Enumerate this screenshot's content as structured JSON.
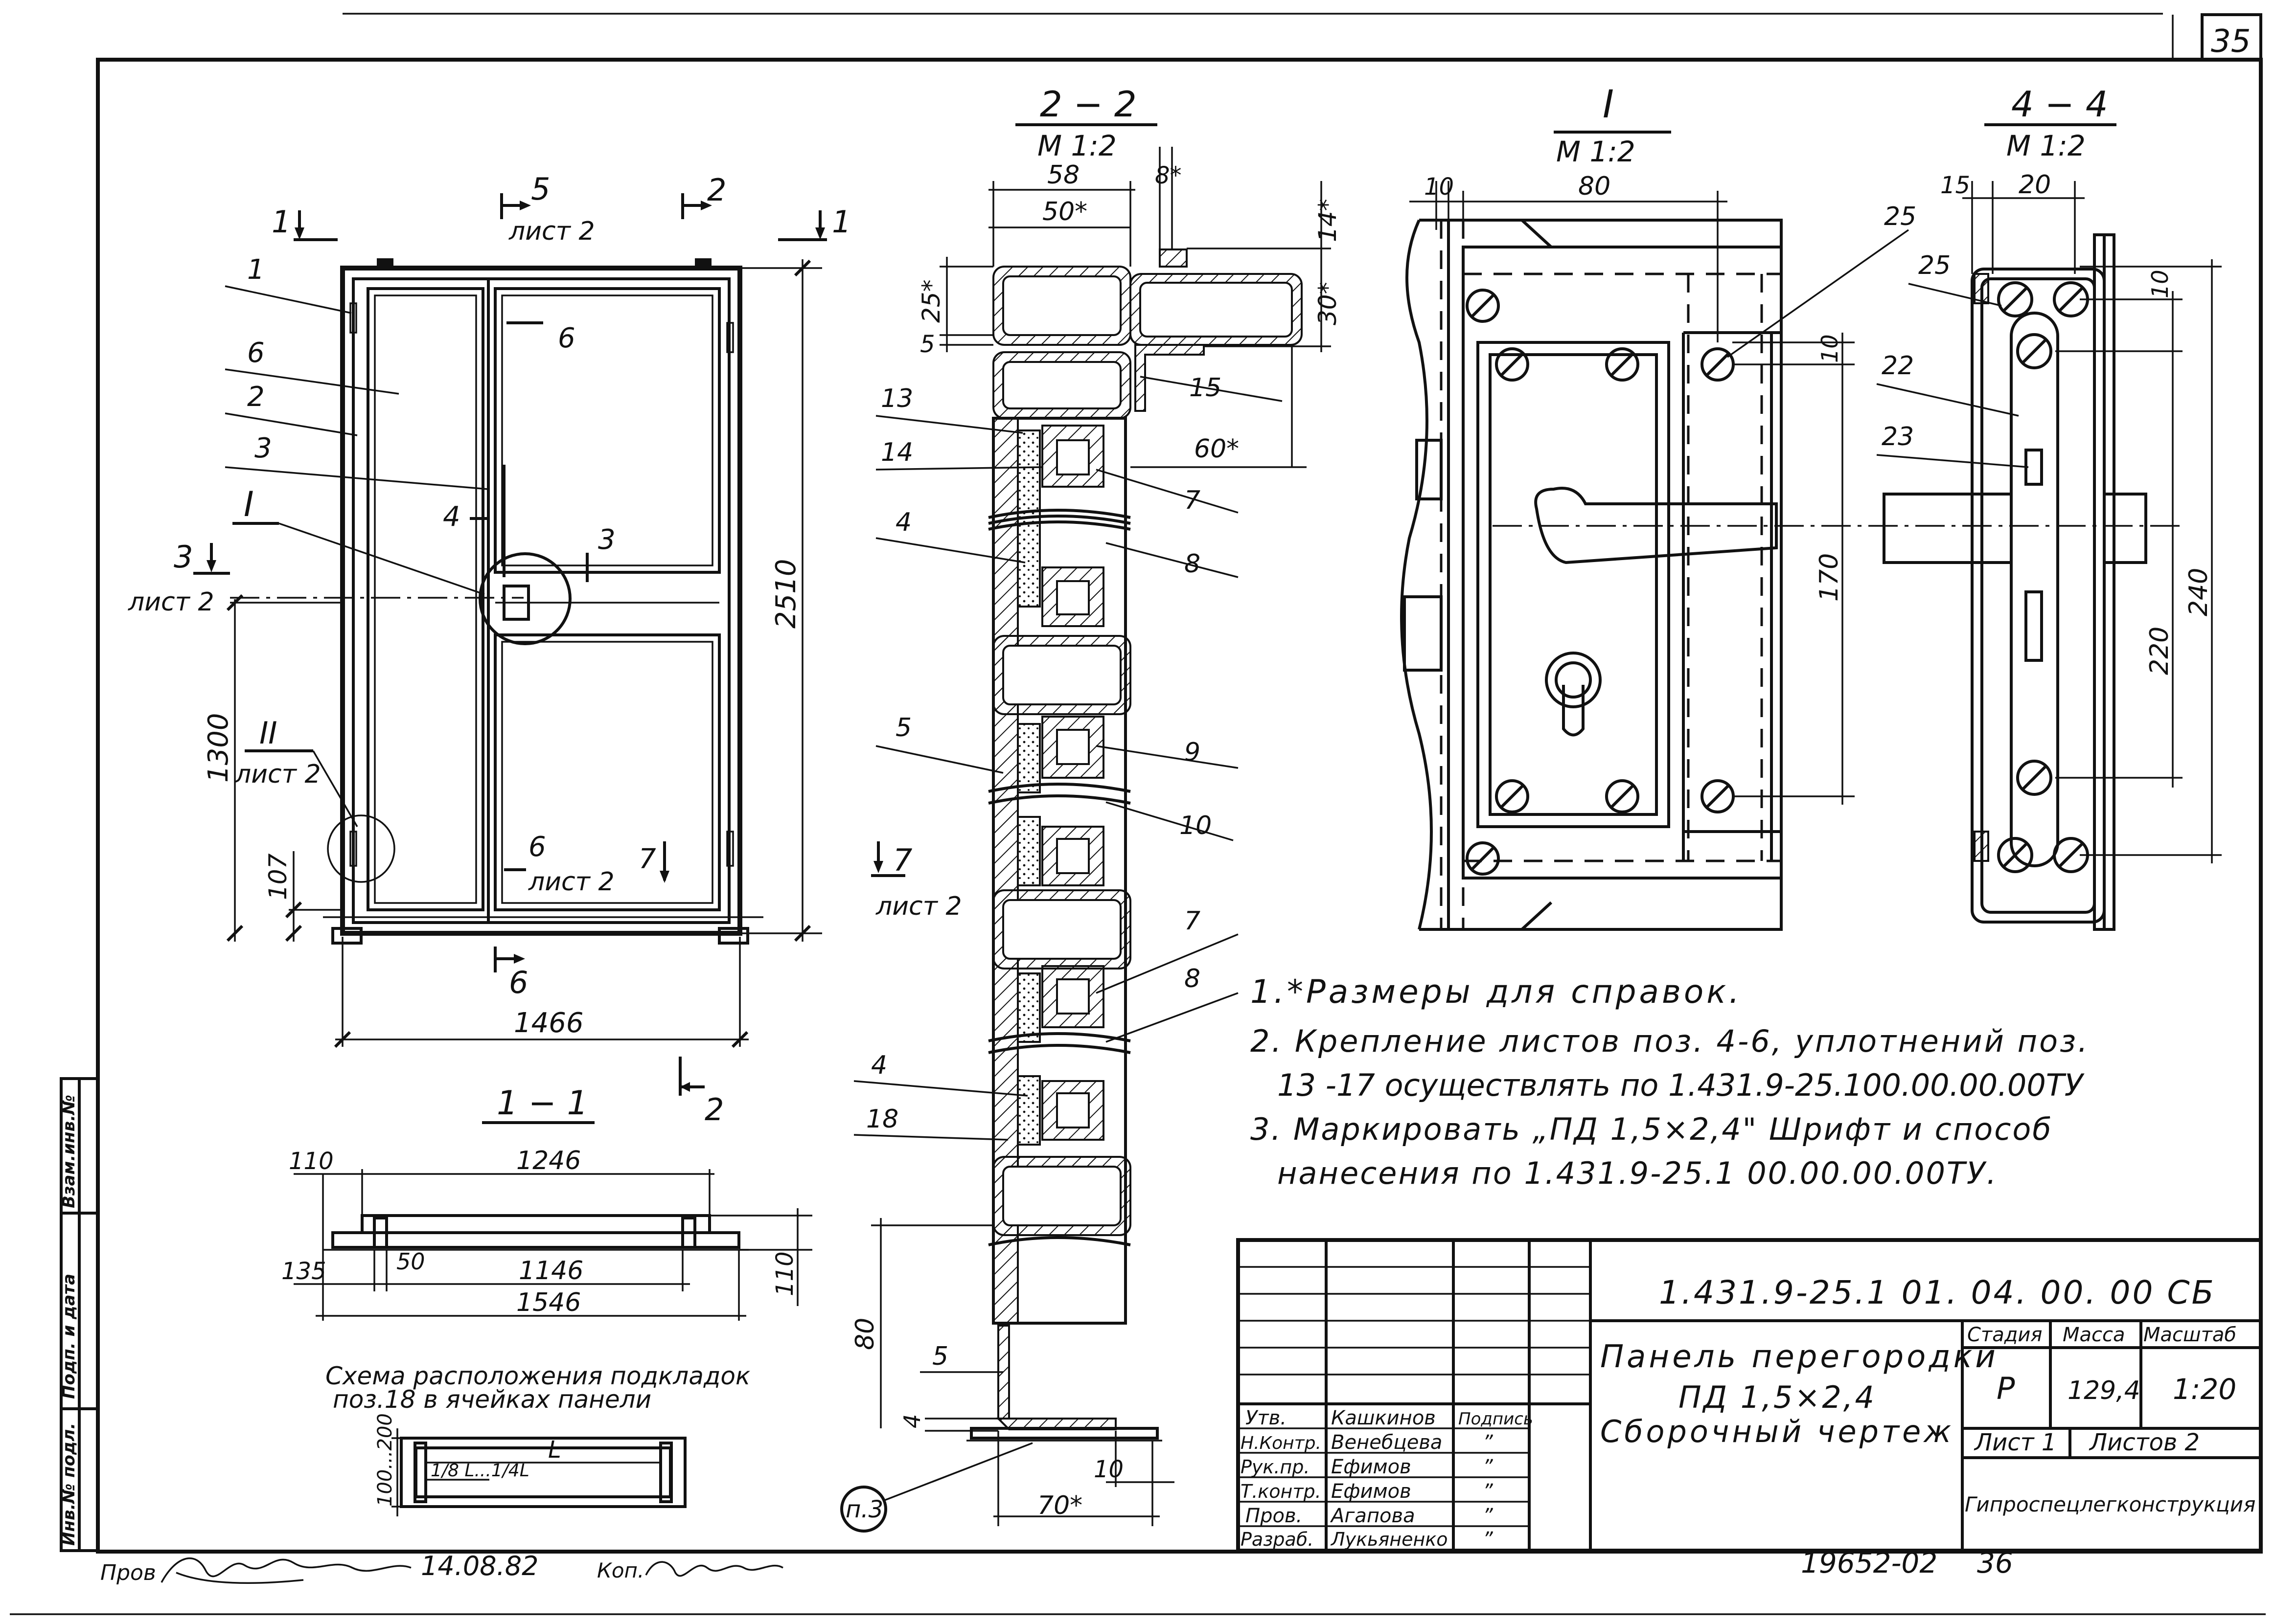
{
  "sheet": {
    "page_number": "35",
    "bottom_number": "36",
    "archive_number": "19652-02"
  },
  "sections": {
    "s22": {
      "title": "2 − 2",
      "scale": "М 1:2"
    },
    "sI": {
      "title": "I",
      "scale": "М 1:2"
    },
    "s44": {
      "title": "4 − 4",
      "scale": "М 1:2"
    },
    "s11": {
      "title": "1 − 1"
    }
  },
  "elevation": {
    "cut_5": "5",
    "cut_5_sheet": "лист 2",
    "cut_2_top": "2",
    "cut_2_bottom": "2",
    "cut_1_left": "1",
    "cut_1_right": "1",
    "cut_3": "3",
    "cut_3_sheet": "лист 2",
    "cut_3_inner": "3",
    "detail_I": "I",
    "detail_II": "II",
    "detail_II_sheet": "лист 2",
    "cut_4": "4",
    "cut_6": "6",
    "cut_6_inner": "6",
    "cut_6_bottom": "6",
    "cut_6_sheet": "лист 2",
    "cut_7_inner": "7",
    "dim_height": "2510",
    "dim_1300": "1300",
    "dim_107": "107",
    "dim_width": "1466",
    "pos": [
      "1",
      "6",
      "2",
      "3"
    ]
  },
  "section22": {
    "dim_58": "58",
    "dim_8": "8*",
    "dim_50": "50*",
    "dim_14": "14*",
    "dim_25": "25*",
    "dim_30": "30*",
    "dim_5": "5",
    "dim_60": "60*",
    "dim_80": "80",
    "dim_4": "4",
    "dim_10": "10",
    "dim_70": "70*",
    "pos_left": [
      "13",
      "14",
      "4",
      "5",
      "4",
      "18",
      "5"
    ],
    "pos_right": [
      "15",
      "7",
      "8",
      "9",
      "10",
      "7",
      "8"
    ],
    "cut_7": "7",
    "cut_7_sheet": "лист 2",
    "note_ref": "п.3"
  },
  "detailI": {
    "dim_10": "10",
    "dim_80": "80",
    "dim_10b": "10",
    "dim_170": "170",
    "pos_25": "25"
  },
  "section44": {
    "dim_15": "15",
    "dim_20": "20",
    "dim_10": "10",
    "dim_220": "220",
    "dim_240": "240",
    "pos": [
      "25",
      "22",
      "23"
    ]
  },
  "section11": {
    "dim_110": "110",
    "dim_1246": "1246",
    "dim_135": "135",
    "dim_50": "50",
    "dim_1146": "1146",
    "dim_1546": "1546",
    "dim_110v": "110",
    "cut_2": "2"
  },
  "scheme": {
    "caption_1": "Схема расположения подкладок",
    "caption_2": "поз.18 в ячейках панели",
    "L": "L",
    "range": "1/8 L...1/4L",
    "dim": "100...200"
  },
  "notes": [
    "1.*Размеры  для  справок.",
    "2. Крепление листов поз. 4-6, уплотнений поз.",
    "13 -17 осуществлять по 1.431.9-25.100.00.00.00ТУ",
    "3. Маркировать „ПД 1,5×2,4\" Шрифт и способ",
    "нанесения по 1.431.9-25.1 00.00.00.00ТУ."
  ],
  "side_stamp": [
    "Инв.№ подл.",
    "Подп. и дата",
    "Взам.инв.№"
  ],
  "title_block": {
    "doc_code": "1.431.9-25.1 01. 04. 00. 00 СБ",
    "name_1": "Панель перегородки",
    "name_2": "ПД 1,5×2,4",
    "name_3": "Сборочный чертеж",
    "stage_h": "Стадия",
    "mass_h": "Масса",
    "scale_h": "Масштаб",
    "stage": "Р",
    "mass": "129,4",
    "scale": "1:20",
    "sheet": "Лист 1",
    "sheets": "Листов 2",
    "org": "Гипроспецлегконструкция",
    "sign_header": "Подпись",
    "rows": [
      {
        "role": "Утв.",
        "name": "Кашкинов",
        "sign": ""
      },
      {
        "role": "Н.Контр.",
        "name": "Венебцева",
        "sign": "”"
      },
      {
        "role": "Рук.пр.",
        "name": "Ефимов",
        "sign": "”"
      },
      {
        "role": "Т.контр.",
        "name": "Ефимов",
        "sign": "”"
      },
      {
        "role": "Пров.",
        "name": "Агапова",
        "sign": "”"
      },
      {
        "role": "Разраб.",
        "name": "Лукьяненко",
        "sign": "”"
      }
    ]
  },
  "footer": {
    "checked": "Пров",
    "date": "14.08.82",
    "copied": "Коп."
  }
}
